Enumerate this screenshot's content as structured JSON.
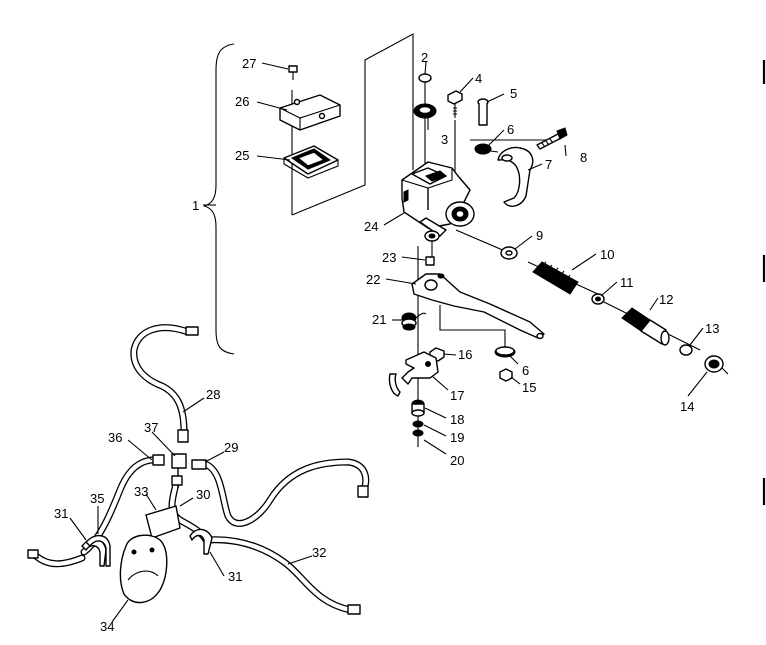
{
  "diagram": {
    "callouts": [
      "1",
      "2",
      "3",
      "4",
      "5",
      "6",
      "6",
      "7",
      "8",
      "9",
      "10",
      "11",
      "12",
      "13",
      "14",
      "15",
      "16",
      "17",
      "18",
      "19",
      "20",
      "21",
      "22",
      "23",
      "24",
      "25",
      "26",
      "27",
      "28",
      "29",
      "30",
      "31",
      "31",
      "32",
      "33",
      "34",
      "35",
      "36",
      "37"
    ]
  }
}
